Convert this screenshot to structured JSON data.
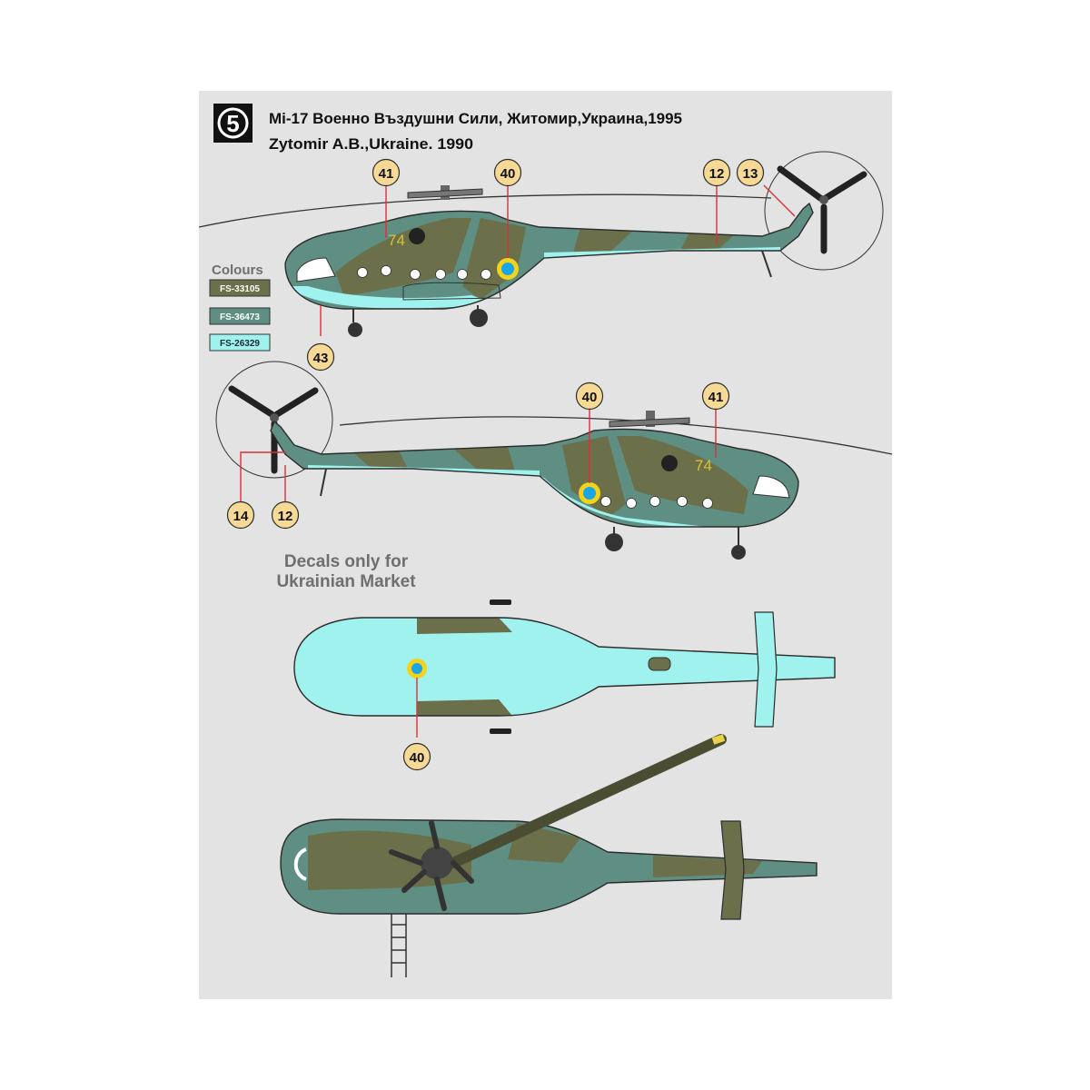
{
  "header": {
    "scheme_number": "5",
    "title_line1": "Mi-17 Военно Въздушни Сили, Житомир,Украина,1995",
    "title_line2": "Zytomir A.B.,Ukraine. 1990"
  },
  "colours": {
    "title": "Colours",
    "items": [
      {
        "code": "FS-33105",
        "hex": "#6b6f4a",
        "text_hex": "#ffffff"
      },
      {
        "code": "FS-36473",
        "hex": "#5f8e83",
        "text_hex": "#ffffff"
      },
      {
        "code": "FS-26329",
        "hex": "#9ff2ee",
        "text_hex": "#1b2a33"
      }
    ]
  },
  "markings": {
    "side_number": "74",
    "side_number_color": "#d9c235",
    "roundel_outer": "#f2d21a",
    "roundel_inner": "#1aa6e6"
  },
  "callouts": {
    "right_view": [
      "41",
      "40",
      "12",
      "13",
      "43"
    ],
    "left_view": [
      "40",
      "41",
      "14",
      "12"
    ],
    "bottom_view": [
      "40"
    ]
  },
  "notes": {
    "market_line1": "Decals only for",
    "market_line2": "Ukrainian Market"
  },
  "palette": {
    "sheet_bg": "#e3e3e3",
    "callout_fill": "#f6d995",
    "leader_red": "#d8313b",
    "outline": "#2b2b2b"
  }
}
